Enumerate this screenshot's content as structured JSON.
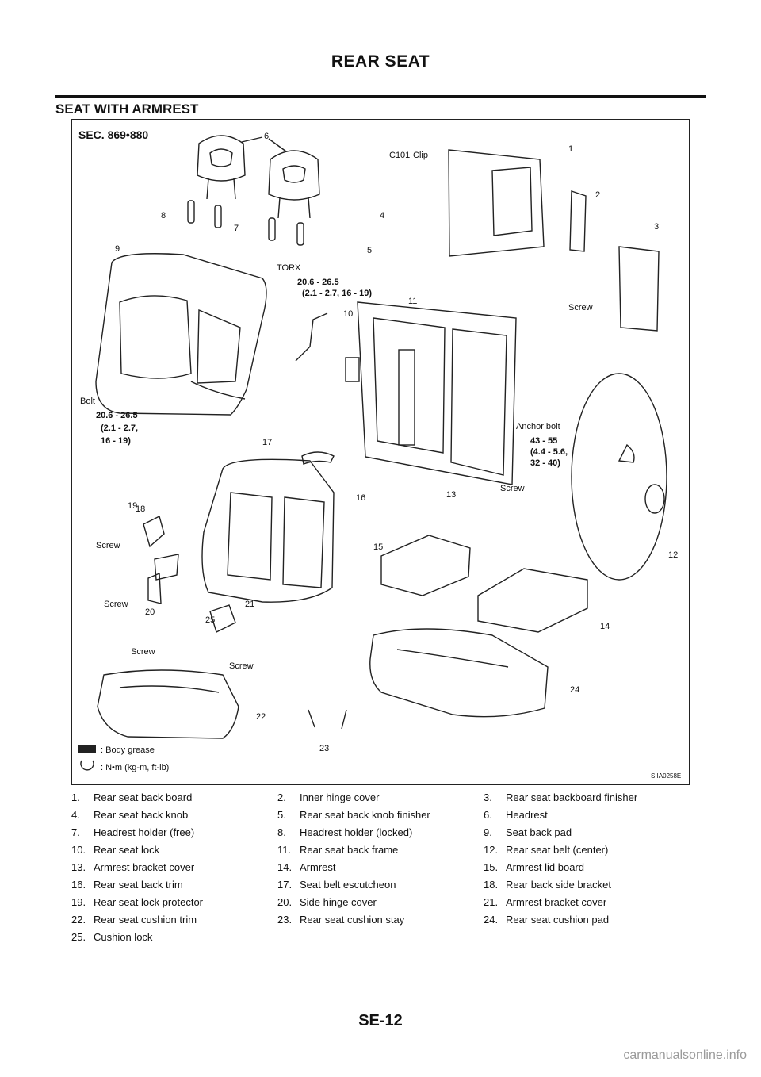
{
  "page": {
    "header": "REAR SEAT",
    "section_title": "SEAT WITH ARMREST",
    "footer": "SE-12",
    "watermark": "carmanualsonline.info"
  },
  "figure": {
    "sec_label": "SEC. 869•880",
    "figure_id": "SIIA0258E",
    "clip_symbol": "C101",
    "clip_label": "Clip",
    "torx_label": "TORX",
    "torque_a": "20.6 - 26.5",
    "torque_a_sub": "(2.1 - 2.7, 16 - 19)",
    "bolt_label": "Bolt",
    "torque_b": "20.6 - 26.5",
    "torque_b_sub1": "(2.1 - 2.7,",
    "torque_b_sub2": "16 - 19)",
    "anchor_label": "Anchor bolt",
    "torque_c": "43 - 55",
    "torque_c_sub1": "(4.4 - 5.6,",
    "torque_c_sub2": "32 - 40)",
    "screw_label": "Screw",
    "legend_grease": ": Body grease",
    "legend_torque": ": N•m (kg-m, ft-lb)",
    "callouts": [
      "1",
      "2",
      "3",
      "4",
      "5",
      "6",
      "7",
      "8",
      "9",
      "10",
      "11",
      "12",
      "13",
      "14",
      "15",
      "16",
      "17",
      "18",
      "19",
      "20",
      "21",
      "22",
      "23",
      "24",
      "25"
    ]
  },
  "parts": [
    [
      "1.",
      "Rear seat back board"
    ],
    [
      "2.",
      "Inner hinge cover"
    ],
    [
      "3.",
      "Rear seat backboard finisher"
    ],
    [
      "4.",
      "Rear seat back knob"
    ],
    [
      "5.",
      "Rear seat back knob finisher"
    ],
    [
      "6.",
      "Headrest"
    ],
    [
      "7.",
      "Headrest holder (free)"
    ],
    [
      "8.",
      "Headrest holder (locked)"
    ],
    [
      "9.",
      "Seat back pad"
    ],
    [
      "10.",
      "Rear seat lock"
    ],
    [
      "11.",
      "Rear seat back frame"
    ],
    [
      "12.",
      "Rear seat belt (center)"
    ],
    [
      "13.",
      "Armrest bracket cover"
    ],
    [
      "14.",
      "Armrest"
    ],
    [
      "15.",
      "Armrest lid board"
    ],
    [
      "16.",
      "Rear seat back trim"
    ],
    [
      "17.",
      "Seat belt  escutcheon"
    ],
    [
      "18.",
      "Rear back side bracket"
    ],
    [
      "19.",
      "Rear seat lock protector"
    ],
    [
      "20.",
      "Side hinge cover"
    ],
    [
      "21.",
      "Armrest bracket cover"
    ],
    [
      "22.",
      "Rear seat cushion trim"
    ],
    [
      "23.",
      "Rear seat cushion stay"
    ],
    [
      "24.",
      "Rear seat cushion pad"
    ],
    [
      "25.",
      "Cushion lock"
    ]
  ]
}
